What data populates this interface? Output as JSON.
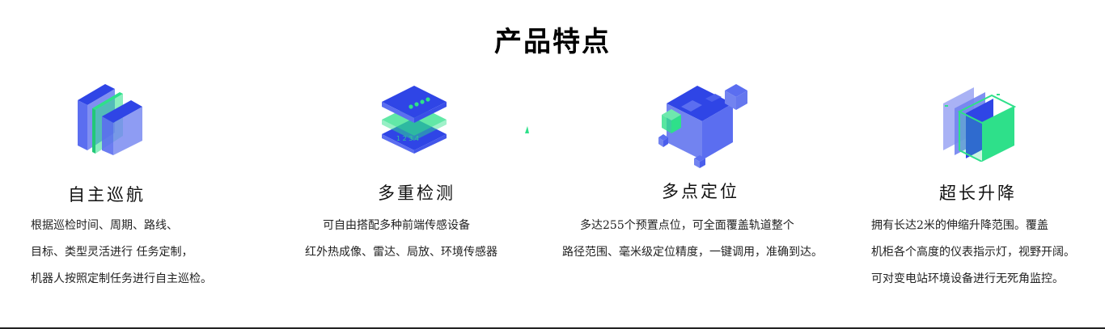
{
  "header": {
    "title": "产品特点"
  },
  "colors": {
    "blue_dark": "#2f45e6",
    "blue_light": "#7283f0",
    "blue_pale": "#9aa5f3",
    "green": "#2ee08a",
    "text": "#222222",
    "rule": "#222222"
  },
  "features": [
    {
      "icon": "layered-panels-icon",
      "title": "自主巡航",
      "lines": [
        "根据巡检时间、周期、路线、",
        "目标、类型灵活进行 任务定制，",
        "机器人按照定制任务进行自主巡检。"
      ]
    },
    {
      "icon": "stacked-layers-icon",
      "title": "多重检测",
      "lines": [
        "可自由搭配多种前端传感设备",
        "红外热成像、雷达、局放、环境传感器"
      ]
    },
    {
      "icon": "cube-cluster-icon",
      "title": "多点定位",
      "lines": [
        "多达255个预置点位，可全面覆盖轨道整个",
        "路径范围、毫米级定位精度，一键调用，准确到达。"
      ]
    },
    {
      "icon": "lifting-box-icon",
      "title": "超长升降",
      "lines": [
        "拥有长达2米的伸缩升降范围。覆盖",
        "机柜各个高度的仪表指示灯，视野开阔。",
        "可对变电站环境设备进行无死角监控。"
      ]
    }
  ]
}
